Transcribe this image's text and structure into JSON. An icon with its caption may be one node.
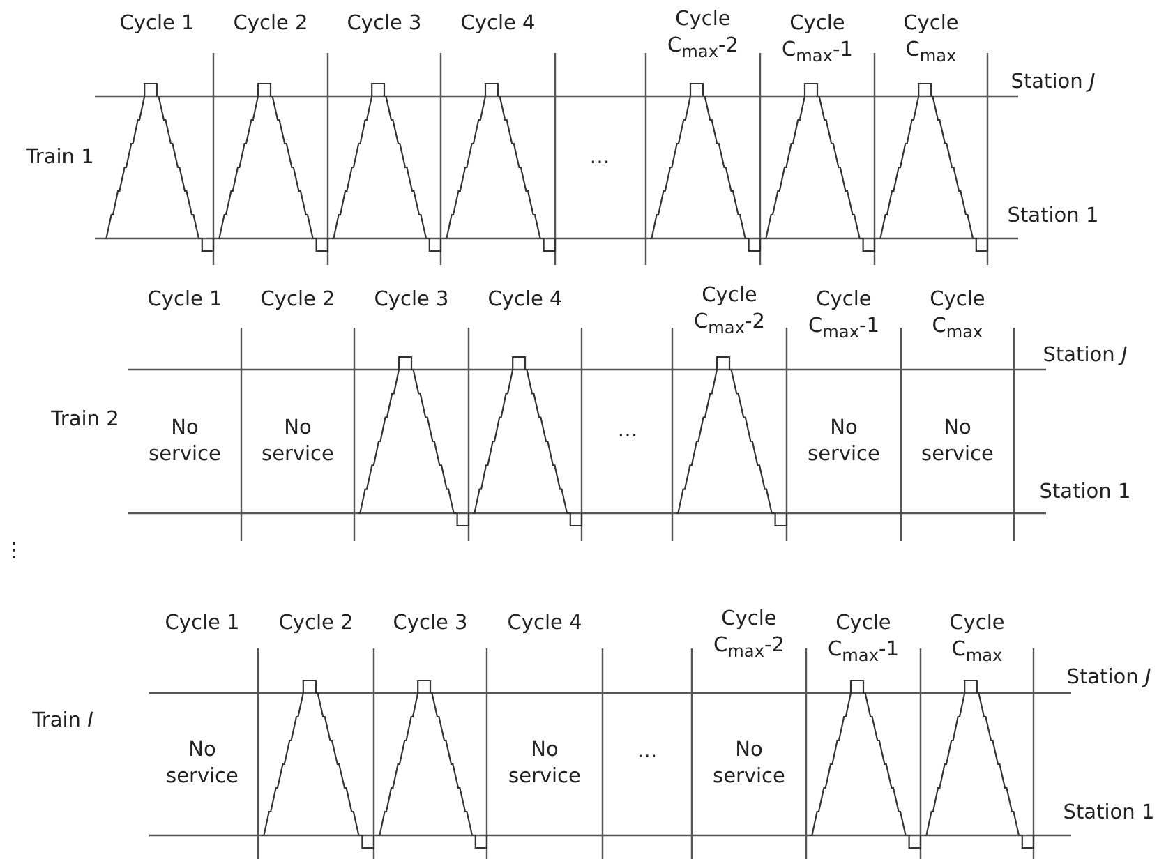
{
  "diagram": {
    "labels": [
      "Cycle 1",
      "Cycle 2",
      "Cycle 3",
      "Cycle 4",
      "Cycle C$_{max}$-2",
      "Cycle C$_{max}$-1",
      "Cycle C$_{max}$",
      "Station *J*",
      "Train 1",
      "…",
      "Station 1",
      "Cycle 1",
      "Cycle 2",
      "Cycle 3",
      "Cycle 4",
      "Cycle C$_{max}$-2",
      "Cycle C$_{max}$-1",
      "Cycle C$_{max}$",
      "Station *J*",
      "Train 2",
      "No service",
      "No service",
      "…",
      "No service",
      "No service",
      "Station 1",
      "⋮",
      "Cycle 1",
      "Cycle 2",
      "Cycle 3",
      "Cycle 4",
      "Cycle C$_{max}$-2",
      "Cycle C$_{max}$-1",
      "Cycle C$_{max}$",
      "Station *J*",
      "Train *I*",
      "No service",
      "No service",
      "…",
      "No service",
      "Station 1"
    ]
  }
}
